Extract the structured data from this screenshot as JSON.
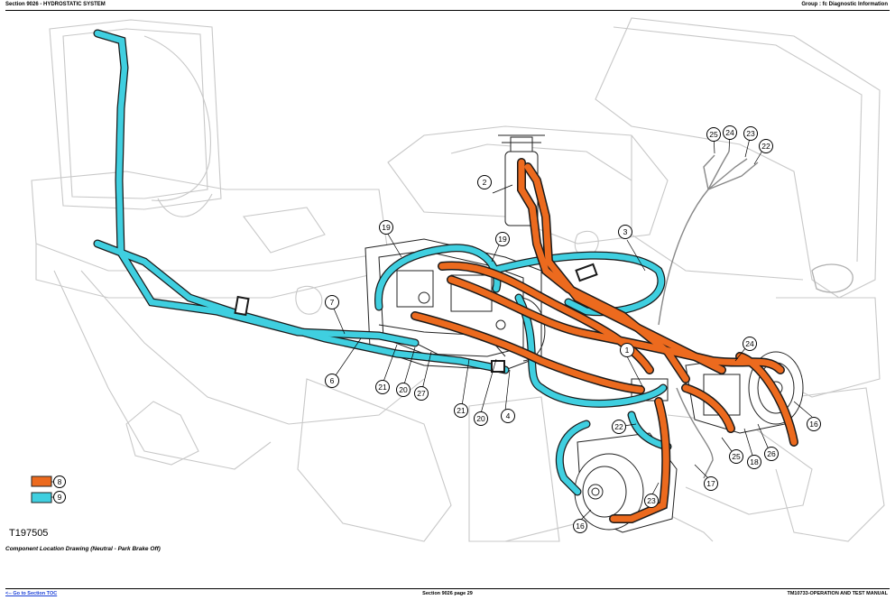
{
  "header": {
    "left": "Section 9026 - HYDROSTATIC SYSTEM",
    "right": "Group : fc Diagnostic Information"
  },
  "figure": {
    "id": "T197505",
    "caption": "Component Location Drawing (Neutral - Park Brake Off)",
    "colors": {
      "orange": "#ec6a1e",
      "cyan": "#3fcfe0",
      "outline": "#1a1a1a"
    },
    "legend": [
      {
        "swatch_color": "#ec6a1e",
        "number": "8"
      },
      {
        "swatch_color": "#3fcfe0",
        "number": "9"
      }
    ],
    "callouts": [
      "1",
      "2",
      "3",
      "4",
      "6",
      "7",
      "16",
      "16",
      "17",
      "18",
      "19",
      "19",
      "20",
      "20",
      "21",
      "21",
      "22",
      "22",
      "23",
      "23",
      "24",
      "24",
      "25",
      "25",
      "26",
      "27"
    ]
  },
  "footer": {
    "left_link": "<-- Go to Section TOC",
    "center": "Section 9026 page 29",
    "right": "TM10733-OPERATION AND TEST MANUAL"
  }
}
